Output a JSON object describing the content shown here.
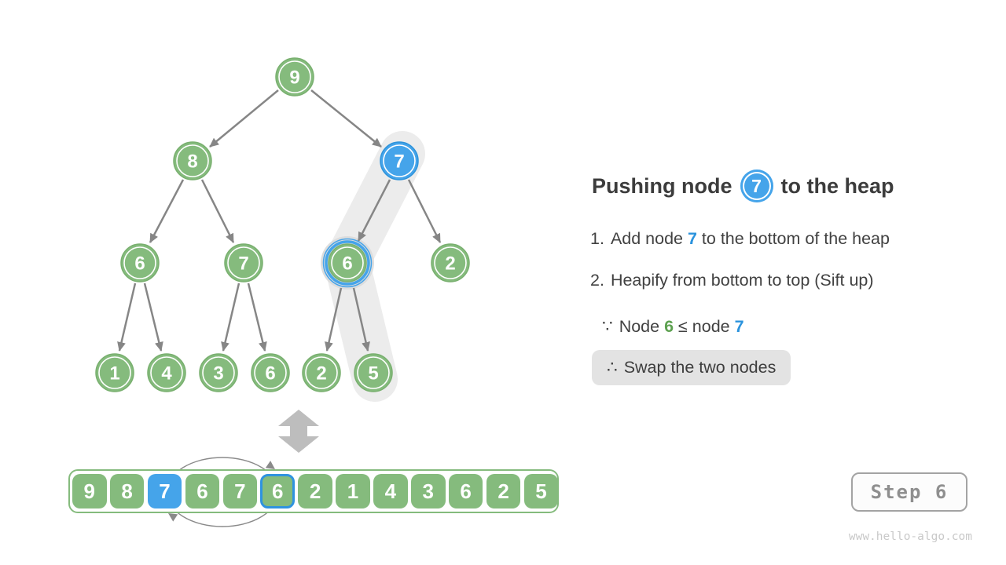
{
  "colors": {
    "node_green": "#85bb7d",
    "node_blue": "#45a4ea",
    "band_gray": "#ececec",
    "edge_gray": "#868686",
    "text_dark": "#3c3c3c",
    "badge_bg": "#e3e3e3"
  },
  "tree": {
    "nodes": [
      {
        "value": "9"
      },
      {
        "value": "8"
      },
      {
        "value": "7"
      },
      {
        "value": "6"
      },
      {
        "value": "7"
      },
      {
        "value": "6"
      },
      {
        "value": "2"
      },
      {
        "value": "1"
      },
      {
        "value": "4"
      },
      {
        "value": "3"
      },
      {
        "value": "6"
      },
      {
        "value": "2"
      },
      {
        "value": "5"
      }
    ]
  },
  "array": {
    "values": [
      "9",
      "8",
      "7",
      "6",
      "7",
      "6",
      "2",
      "1",
      "4",
      "3",
      "6",
      "2",
      "5"
    ]
  },
  "panel": {
    "title": {
      "prefix": "Pushing node",
      "node": "7",
      "suffix": "to the heap"
    },
    "steps": [
      {
        "marker": "1.",
        "pre": "Add node ",
        "highlight": "7",
        "post": " to the bottom of the heap"
      },
      {
        "marker": "2.",
        "pre": "Heapify from bottom to top (Sift up)",
        "highlight": "",
        "post": ""
      }
    ],
    "because": {
      "symbol": "∵",
      "pre": "Node ",
      "green": "6",
      "mid": " ≤ node ",
      "blue": "7"
    },
    "therefore": {
      "symbol": "∴",
      "text": "Swap the two nodes"
    }
  },
  "step_indicator": {
    "label": "Step 6"
  },
  "watermark": "www.hello-algo.com"
}
